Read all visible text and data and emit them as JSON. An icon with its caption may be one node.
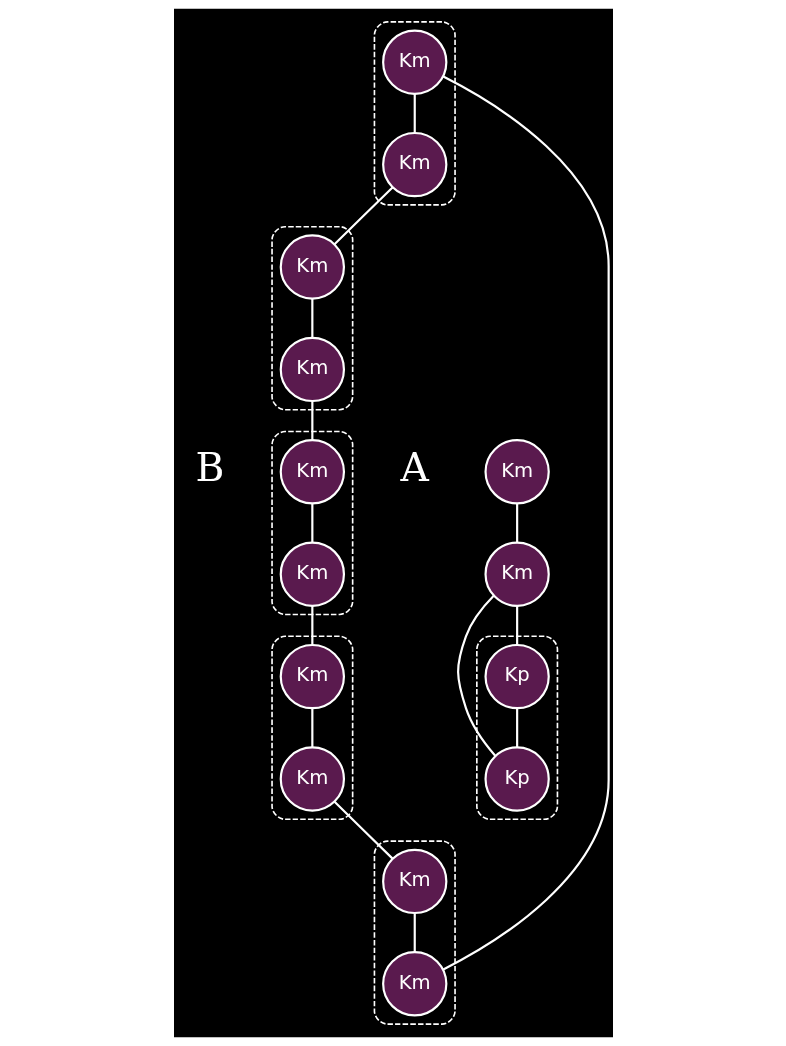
{
  "diagram": {
    "nodes": [
      {
        "text": [],
        "shape": "ellipse"
      },
      {
        "text": [
          "Km"
        ],
        "in": 0
      },
      {
        "text": [
          "Km"
        ],
        "in": 0
      },
      {
        "text": [],
        "shape": "ellipse"
      },
      {
        "text": [
          "Km"
        ],
        "in": 3
      },
      {
        "text": [
          "Km"
        ],
        "in": 3
      },
      {
        "text": [],
        "shape": "ellipse"
      },
      {
        "text": [
          "Km"
        ],
        "in": 6
      },
      {
        "text": [
          "Km"
        ],
        "in": 6
      },
      {
        "text": [],
        "shape": "ellipse"
      },
      {
        "text": [
          "Km"
        ],
        "in": 9
      },
      {
        "text": [
          "Km"
        ],
        "in": 9
      },
      {
        "text": [],
        "shape": "ellipse"
      },
      {
        "text": [
          "Km"
        ],
        "in": 12
      },
      {
        "text": [
          "Km"
        ],
        "in": 12
      },
      {
        "text": [
          "Km"
        ]
      },
      {
        "text": [
          "Km"
        ]
      },
      {
        "text": [],
        "shape": "ellipse"
      },
      {
        "text": [
          "Kp"
        ],
        "in": 17
      },
      {
        "text": [
          "Kp"
        ],
        "in": 17
      }
    ],
    "edges": [
      {
        "from": 1,
        "to": 4,
        "arrow": "none"
      },
      {
        "from": 4,
        "to": 5,
        "arrow": "none"
      },
      {
        "from": 5,
        "to": 7,
        "arrow": "none"
      },
      {
        "from": 7,
        "to": 8,
        "arrow": "none"
      },
      {
        "from": 8,
        "to": 13,
        "arrow": "none"
      },
      {
        "from": 13,
        "to": 14,
        "arrow": "none"
      },
      {
        "from": 14,
        "to": 11,
        "arrow": "none"
      },
      {
        "from": 11,
        "to": 10,
        "arrow": "none"
      },
      {
        "from": 10,
        "to": 2,
        "arrow": "none"
      },
      {
        "from": 2,
        "to": 1,
        "arrow": "none"
      },
      {
        "from": 15,
        "to": 16,
        "arrow": "none"
      },
      {
        "from": 16,
        "to": 18,
        "arrow": "none"
      },
      {
        "from": 16,
        "to": 19,
        "arrow": "none"
      },
      {
        "from": 18,
        "to": 19,
        "arrow": "none"
      }
    ],
    "labels": [
      "A",
      "B"
    ]
  }
}
